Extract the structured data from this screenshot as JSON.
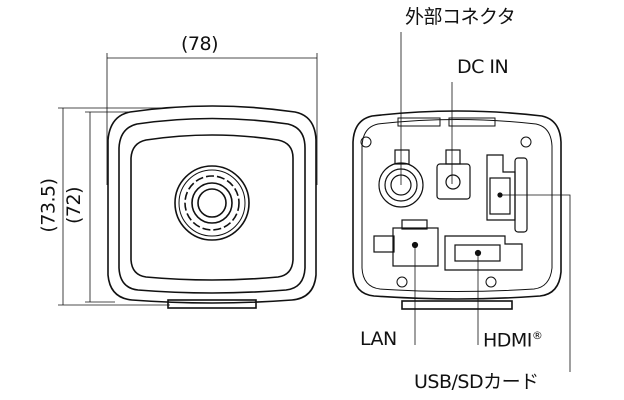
{
  "dimensions": {
    "width": "(78)",
    "height_outer": "(73.5)",
    "height_inner": "(72)"
  },
  "labels": {
    "external_connector": "外部コネクタ",
    "dc_in": "DC IN",
    "lan": "LAN",
    "hdmi": "HDMI",
    "hdmi_mark": "®",
    "usb_sd": "USB/SDカード"
  }
}
